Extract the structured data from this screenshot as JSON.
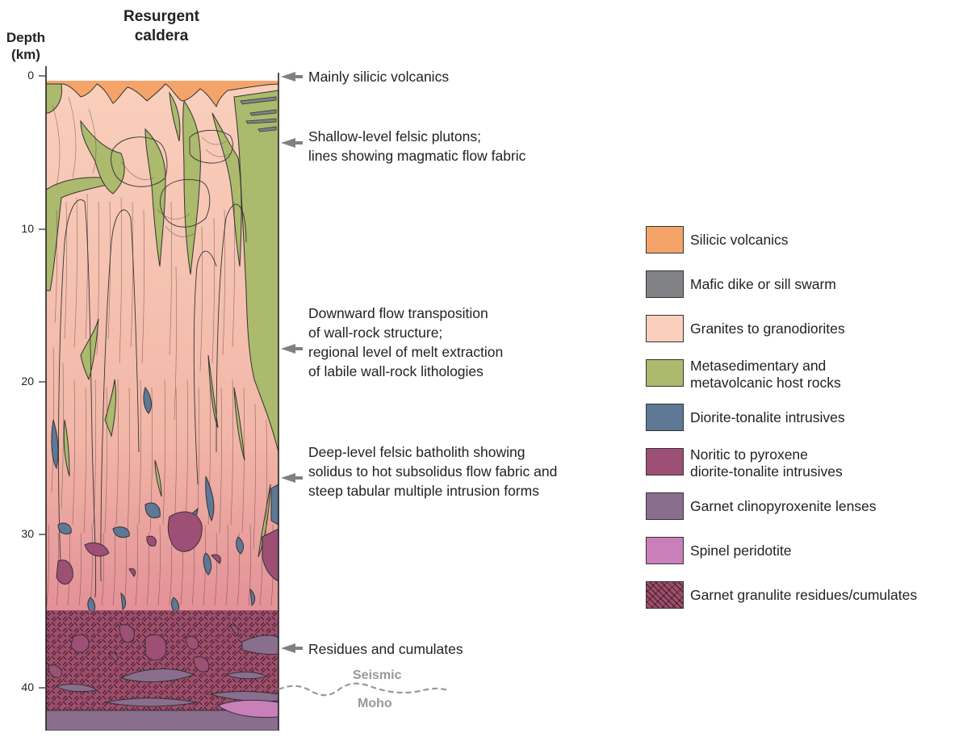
{
  "header": {
    "depth_label": "Depth",
    "depth_unit": "(km)",
    "caldera_line1": "Resurgent",
    "caldera_line2": "caldera"
  },
  "depth_ticks": [
    "0",
    "10",
    "20",
    "30",
    "40"
  ],
  "annotations": [
    {
      "lines": [
        "Mainly silicic volcanics"
      ]
    },
    {
      "lines": [
        "Shallow-level felsic plutons;",
        "lines showing magmatic flow fabric"
      ]
    },
    {
      "lines": [
        "Downward flow transposition",
        "of wall-rock structure;",
        "regional level of melt extraction",
        "of labile wall-rock lithologies"
      ]
    },
    {
      "lines": [
        "Deep-level felsic batholith showing",
        "solidus to hot subsolidus flow fabric and",
        "steep tabular multiple intrusion forms"
      ]
    },
    {
      "lines": [
        "Residues and cumulates"
      ]
    }
  ],
  "moho": {
    "top": "Seismic",
    "bottom": "Moho"
  },
  "legend": [
    {
      "lines": [
        "Silicic volcanics"
      ],
      "color": "#F5A469"
    },
    {
      "lines": [
        "Mafic dike or sill swarm"
      ],
      "color": "#808285"
    },
    {
      "lines": [
        "Granites to granodiorites"
      ],
      "color": "#FAD0BC"
    },
    {
      "lines": [
        "Metasedimentary and",
        "metavolcanic host rocks"
      ],
      "color": "#ABBA6C"
    },
    {
      "lines": [
        "Diorite-tonalite intrusives"
      ],
      "color": "#5E7896"
    },
    {
      "lines": [
        "Noritic to pyroxene",
        "diorite-tonalite intrusives"
      ],
      "color": "#9E4F75"
    },
    {
      "lines": [
        "Garnet clinopyroxenite lenses"
      ],
      "color": "#8A6E8E"
    },
    {
      "lines": [
        "Spinel peridotite"
      ],
      "color": "#C97FBA"
    },
    {
      "lines": [
        "Garnet granulite residues/cumulates"
      ],
      "color": "#9E4E6B",
      "pattern": "hatch"
    }
  ],
  "colors": {
    "volcanics": "#F5A469",
    "granite_top": "#FAD0BC",
    "granite_bottom": "#D9768A",
    "host": "#ABBA6C",
    "diorite": "#5E7896",
    "noritic": "#9E4F75",
    "clinopyroxenite": "#8A6E8E",
    "peridotite": "#C97FBA",
    "granulite": "#9E4E6B"
  }
}
